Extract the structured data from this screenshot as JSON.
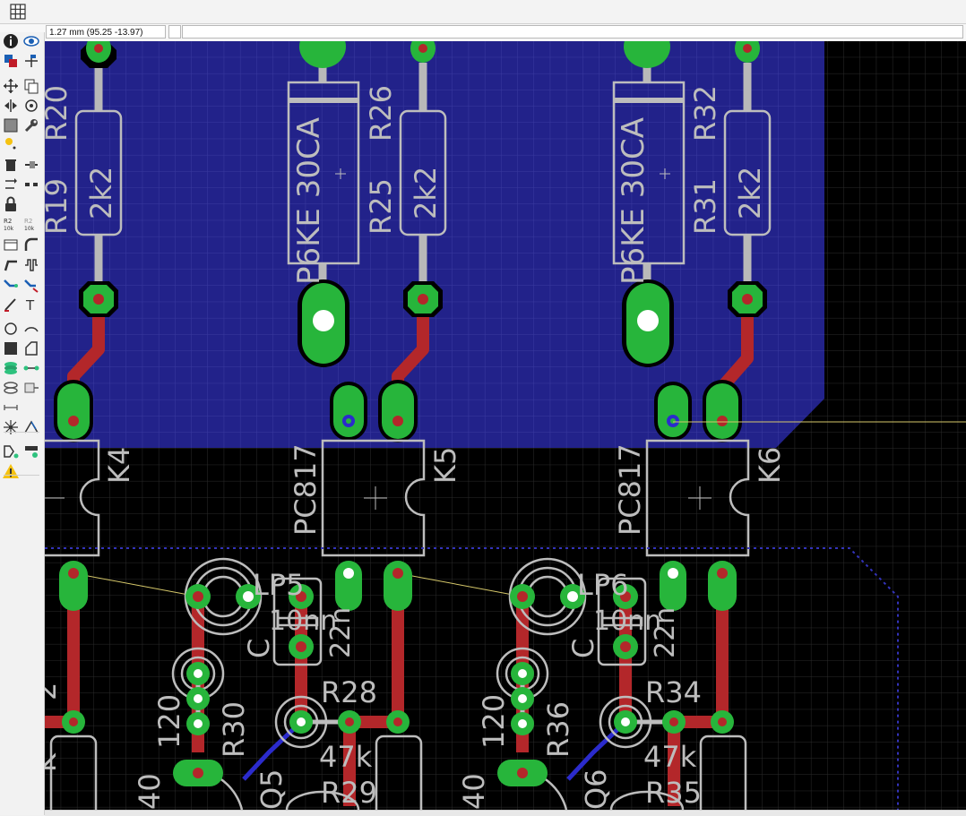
{
  "status": {
    "coordinate_readout": "1.27 mm (95.25 -13.97)",
    "command_value": ""
  },
  "toolbar": {
    "items": [
      "info-icon",
      "eye-icon",
      "layers-icon",
      "mark-icon",
      "move-icon",
      "copy-icon",
      "mirror-icon",
      "rotate-icon",
      "group-icon",
      "wrench-icon",
      "smash-icon",
      "",
      "delete-icon",
      "split-icon",
      "change-icon",
      "pinswap-icon",
      "lock-icon",
      "",
      "name-icon",
      "value-icon",
      "add-icon",
      "miter-icon",
      "optimize-icon",
      "meander-icon",
      "route-icon",
      "ripup-icon",
      "wire-icon",
      "text-icon",
      "circle-icon",
      "arc-icon",
      "rectangle-icon",
      "polygon-icon",
      "via-icon",
      "signal-icon",
      "hole-icon",
      "attribute-icon",
      "dimension-icon",
      "",
      "ratsnest-icon",
      "autorouter-icon",
      "drc-icon",
      "errc-icon",
      "warning-icon",
      ""
    ]
  },
  "board": {
    "colors": {
      "background": "#000000",
      "grid": "#2a2a2a",
      "polygon": "#22228a",
      "top_copper": "#b3272a",
      "bottom_copper": "#2b2bcc",
      "pad": "#27b53b",
      "silk": "#bdbdbd",
      "airwire": "#d6c86a"
    },
    "labels": {
      "r20": "R20",
      "r19": "R19",
      "r20_val": "2k2",
      "d1_name": "P6KE 30CA",
      "r26": "R26",
      "r25": "R25",
      "r26_val": "2k2",
      "d2_name": "P6KE 30CA",
      "r32": "R32",
      "r31": "R31",
      "r32_val": "2k2",
      "k4": "K4",
      "k5": "K5",
      "k6": "K6",
      "pc1": "PC817",
      "pc2": "PC817",
      "lp5": "LP5",
      "lp6": "LP6",
      "c1": "C",
      "c1_val": "10nn",
      "c1_val2": "22n",
      "c2": "C",
      "c2_val": "10nn",
      "c2_val2": "22n",
      "r28": "R28",
      "r34": "R34",
      "r28_val": "47k",
      "r34_val": "47k",
      "r29": "R29",
      "r35": "R35",
      "r30": "R30",
      "r36": "R36",
      "r30_val": "120",
      "r36_val": "120",
      "q5": "Q5",
      "q6": "Q6",
      "frag40a": "40",
      "frag40b": "40",
      "frag2": "2",
      "fragK": "K"
    }
  }
}
